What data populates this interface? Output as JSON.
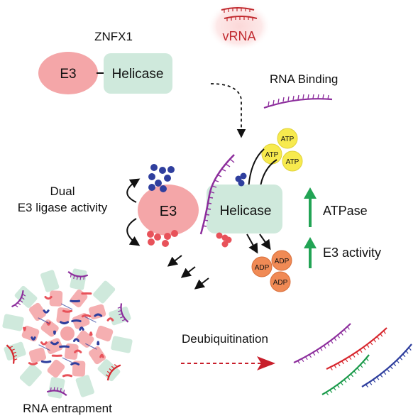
{
  "protein_name": "ZNFX1",
  "domains": {
    "e3": "E3",
    "helicase": "Helicase"
  },
  "vrna": "vRNA",
  "rna_binding": "RNA Binding",
  "atp": "ATP",
  "adp": "ADP",
  "dual_line1": "Dual",
  "dual_line2": "E3 ligase activity",
  "atpase": "ATPase",
  "e3_activity": "E3 activity",
  "deubiquitination": "Deubiquitination",
  "rna_entrapment": "RNA entrapment",
  "colors": {
    "e3_fill": "#f4a6a8",
    "helicase_fill": "#cfe9dc",
    "vrna_text": "#c0282d",
    "rna_purple": "#8c2d9c",
    "ub_blue": "#2f3f9e",
    "ub_red": "#e8525a",
    "atp_fill": "#f7ea4e",
    "adp_fill": "#f08a55",
    "up_arrow": "#22a455",
    "rna_red": "#d7262d",
    "rna_green": "#1a9a4a",
    "rna_blue": "#2f3f9e",
    "deub_arrow": "#c81e2b"
  }
}
